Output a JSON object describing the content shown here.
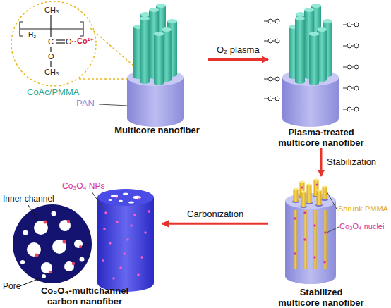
{
  "diagram": {
    "nodes": [
      {
        "text": [
          "Multicore nanofiber"
        ]
      },
      {
        "text": [
          "Plasma-treated multicore nanofiber"
        ]
      },
      {
        "text": [
          "Stabilized multicore nanofiber"
        ]
      },
      {
        "text": [
          "Co₃O₄-multichannel carbon nanofiber"
        ]
      }
    ],
    "edges": [
      {
        "from": 0,
        "to": 1,
        "label": "O₂ plasma",
        "arrow": "to"
      },
      {
        "from": 1,
        "to": 2,
        "label": "Stabilization",
        "arrow": "to"
      },
      {
        "from": 2,
        "to": 3,
        "label": "Carbonization",
        "arrow": "to"
      }
    ],
    "labels": [
      "CH₃",
      "H₂",
      "C",
      "O",
      "Co²⁺",
      "O",
      "CH₃",
      "CoAc/PMMA",
      "PAN",
      "Shrunk PMMA",
      "Co₃O₄ nuclei",
      "Co₃O₄ NPs",
      "Inner channel",
      "Pore"
    ]
  }
}
